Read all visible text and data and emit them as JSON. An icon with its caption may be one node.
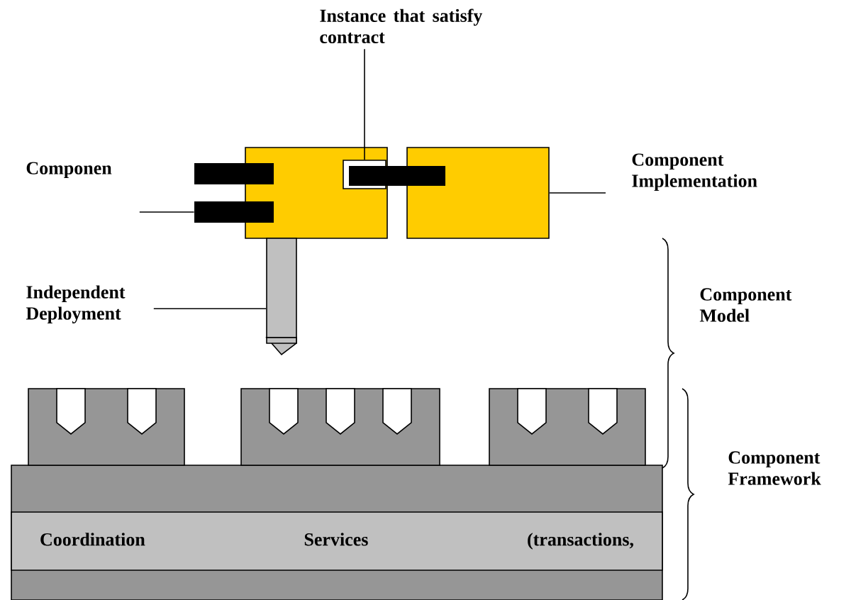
{
  "diagram": {
    "nodes": [
      {
        "text": [
          "Instance that satisfy contract"
        ]
      },
      {
        "text": [
          "Componen"
        ]
      },
      {
        "text": [],
        "shape": "box"
      },
      {
        "text": [],
        "shape": "box",
        "in": 2
      },
      {
        "text": [],
        "shape": "bar"
      },
      {
        "text": [],
        "shape": "bar"
      },
      {
        "text": [],
        "shape": "bar"
      },
      {
        "text": [],
        "shape": "box"
      },
      {
        "text": [
          "Component Implementation"
        ]
      },
      {
        "text": [
          "Independent Deployment"
        ]
      },
      {
        "text": [],
        "shape": "pin"
      },
      {
        "text": [
          "Coordination Services (transactions,"
        ]
      }
    ],
    "edges": [
      {
        "from": 0,
        "to": 3,
        "arrow": "none"
      },
      {
        "from": 1,
        "to": 5,
        "arrow": "none"
      },
      {
        "from": 8,
        "to": 7,
        "arrow": "none"
      },
      {
        "from": 9,
        "to": 10,
        "arrow": "none"
      }
    ],
    "labels": [
      "Component Model",
      "Component Framework"
    ]
  }
}
